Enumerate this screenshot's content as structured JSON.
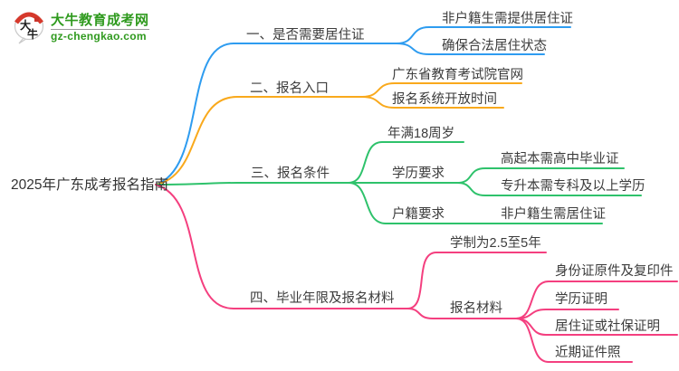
{
  "logo": {
    "icon_text_top": "大",
    "icon_text_bottom": "牛",
    "site_name": "大牛教育成考网",
    "site_url": "gz-chengkao.com"
  },
  "colors": {
    "branch1": "#2E9CF0",
    "branch2": "#F9A91C",
    "branch3": "#2EC26B",
    "branch4": "#F43F7F",
    "brand_green": "#2F9A1E",
    "logo_red": "#D6392C",
    "text": "#3C3C3C"
  },
  "mindmap": {
    "root": "2025年广东成考报名指南",
    "branches": [
      {
        "label": "一、是否需要居住证",
        "color": "#2E9CF0",
        "children": [
          {
            "label": "非户籍生需提供居住证"
          },
          {
            "label": "确保合法居住状态"
          }
        ]
      },
      {
        "label": "二、报名入口",
        "color": "#F9A91C",
        "children": [
          {
            "label": "广东省教育考试院官网"
          },
          {
            "label": "报名系统开放时间"
          }
        ]
      },
      {
        "label": "三、报名条件",
        "color": "#2EC26B",
        "children": [
          {
            "label": "年满18周岁"
          },
          {
            "label": "学历要求",
            "children": [
              {
                "label": "高起本需高中毕业证"
              },
              {
                "label": "专升本需专科及以上学历"
              }
            ]
          },
          {
            "label": "户籍要求",
            "children": [
              {
                "label": "非户籍生需居住证"
              }
            ]
          }
        ]
      },
      {
        "label": "四、毕业年限及报名材料",
        "color": "#F43F7F",
        "children": [
          {
            "label": "学制为2.5至5年"
          },
          {
            "label": "报名材料",
            "children": [
              {
                "label": "身份证原件及复印件"
              },
              {
                "label": "学历证明"
              },
              {
                "label": "居住证或社保证明"
              },
              {
                "label": "近期证件照"
              }
            ]
          }
        ]
      }
    ]
  }
}
